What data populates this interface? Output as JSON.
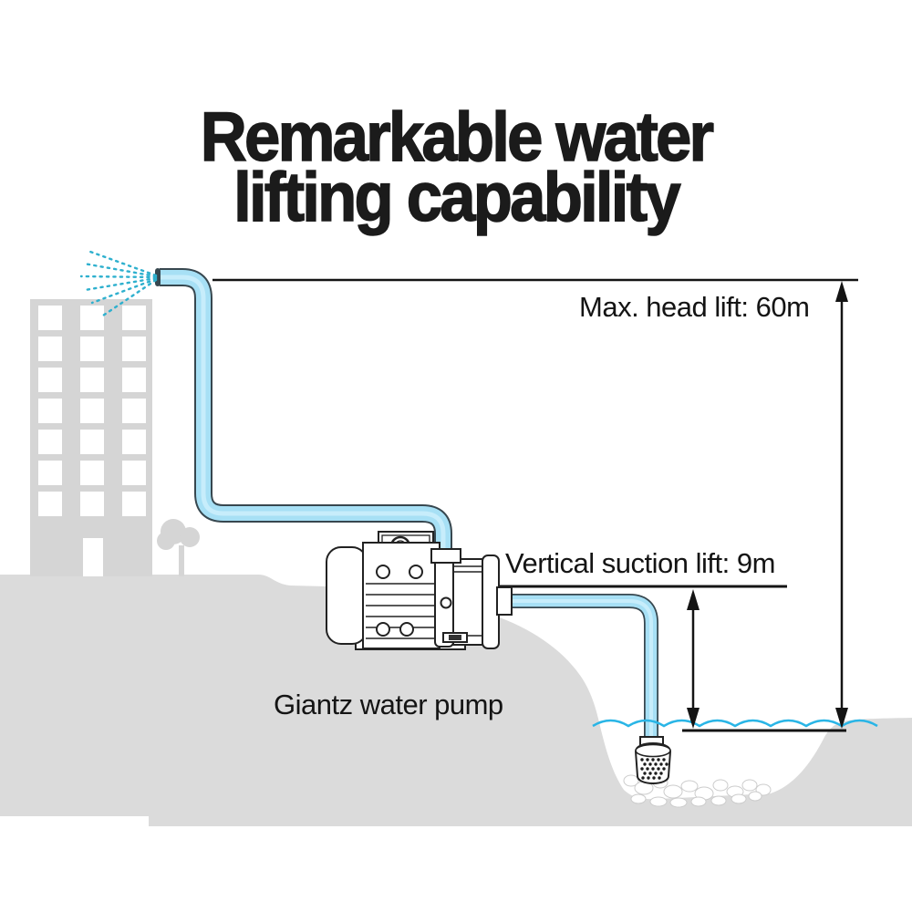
{
  "title": {
    "line1": "Remarkable water",
    "line2": "lifting capability"
  },
  "annotations": {
    "max_head_lift_label": "Max. head lift: 60m",
    "suction_lift_label": "Vertical suction lift: 9m",
    "pump_caption": "Giantz water pump"
  },
  "specs": {
    "brand": "Giantz",
    "max_head_lift": "60m",
    "vertical_suction_lift": "9m"
  },
  "icons": {
    "spray": "spray-nozzle-icon",
    "building": "building-silhouette",
    "tree": "tree-silhouette",
    "pump": "water-pump-illustration",
    "strainer": "foot-valve-strainer",
    "waves": "water-surface-waves",
    "arrows": "measurement-arrows"
  },
  "colors": {
    "pipe_fill": "#a7e0f5",
    "pipe_outline": "#37474f",
    "pipe_gloss": "#cdeefb",
    "spray_dots": "#2eb0ce",
    "wave_cyan": "#29b5e6",
    "ground_gray": "#dbdbdb",
    "building_gray": "#d5d5d5",
    "line_black": "#141414",
    "title_color": "#1b1b1b"
  }
}
